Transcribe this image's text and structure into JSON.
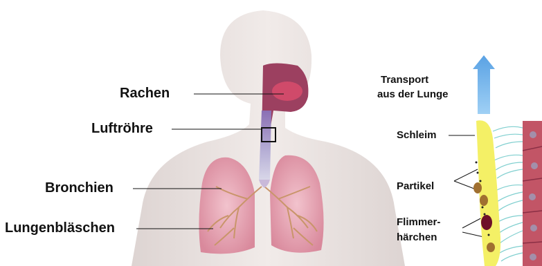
{
  "labels": {
    "rachen": "Rachen",
    "luftroehre": "Luftröhre",
    "bronchien": "Bronchien",
    "lungenblaeschen": "Lungenbläschen",
    "transport_line1": "Transport",
    "transport_line2": "aus der Lunge",
    "schleim": "Schleim",
    "partikel": "Partikel",
    "flimmer_line1": "Flimmer-",
    "flimmer_line2": "härchen"
  },
  "colors": {
    "skin": "#ece4e2",
    "lung": "#e7a4b3",
    "bronchi": "#c9956a",
    "arrow": "#7ab8ea",
    "mucus": "#f4f066",
    "particle": "#a07030",
    "cell": "#c25566",
    "cilia": "#7fcfcf"
  }
}
